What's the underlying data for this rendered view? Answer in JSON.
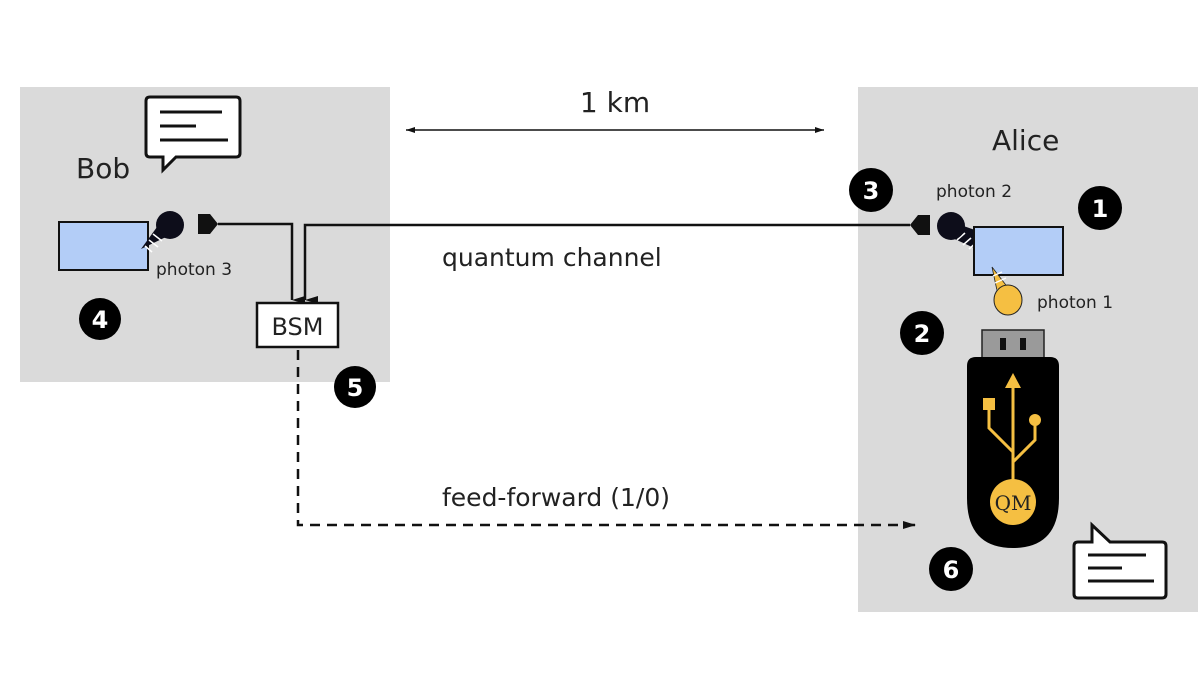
{
  "diagram": {
    "distance_label": "1 km",
    "channel_label": "quantum channel",
    "feedforward_label": "feed-forward (1/0)",
    "bob": {
      "name": "Bob",
      "photon_label": "photon 3",
      "bsm_label": "BSM",
      "step_markers": [
        "4",
        "5"
      ]
    },
    "alice": {
      "name": "Alice",
      "photon2_label": "photon 2",
      "photon1_label": "photon 1",
      "memory_label": "QM",
      "step_markers": [
        "1",
        "2",
        "3",
        "6"
      ]
    },
    "colors": {
      "panel": "#dadada",
      "source": "#b3cdf7",
      "photon_dark": "#0d0d1a",
      "photon_yellow": "#f5bf42",
      "usb_body": "#000000",
      "usb_plug": "#9a9a9a",
      "usb_symbol": "#f5bf42"
    }
  }
}
